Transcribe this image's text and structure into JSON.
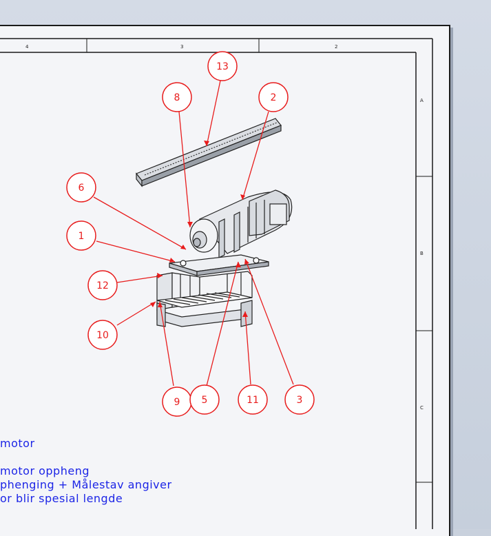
{
  "zone_labels": {
    "top": [
      "4",
      "3",
      "2"
    ],
    "right": [
      "A",
      "B",
      "C"
    ]
  },
  "balloons": [
    {
      "id": "b13",
      "label": "13"
    },
    {
      "id": "b8",
      "label": "8"
    },
    {
      "id": "b2",
      "label": "2"
    },
    {
      "id": "b6",
      "label": "6"
    },
    {
      "id": "b1",
      "label": "1"
    },
    {
      "id": "b12",
      "label": "12"
    },
    {
      "id": "b10",
      "label": "10"
    },
    {
      "id": "b9",
      "label": "9"
    },
    {
      "id": "b5",
      "label": "5"
    },
    {
      "id": "b11",
      "label": "11"
    },
    {
      "id": "b3",
      "label": "3"
    }
  ],
  "notes": [
    "motor",
    "motor oppheng",
    "phenging + Målestav angiver",
    "or blir spesial lengde"
  ],
  "colors": {
    "balloon": "#e81c1c",
    "note_text": "#1c25e6",
    "border": "#1a1a1a"
  }
}
